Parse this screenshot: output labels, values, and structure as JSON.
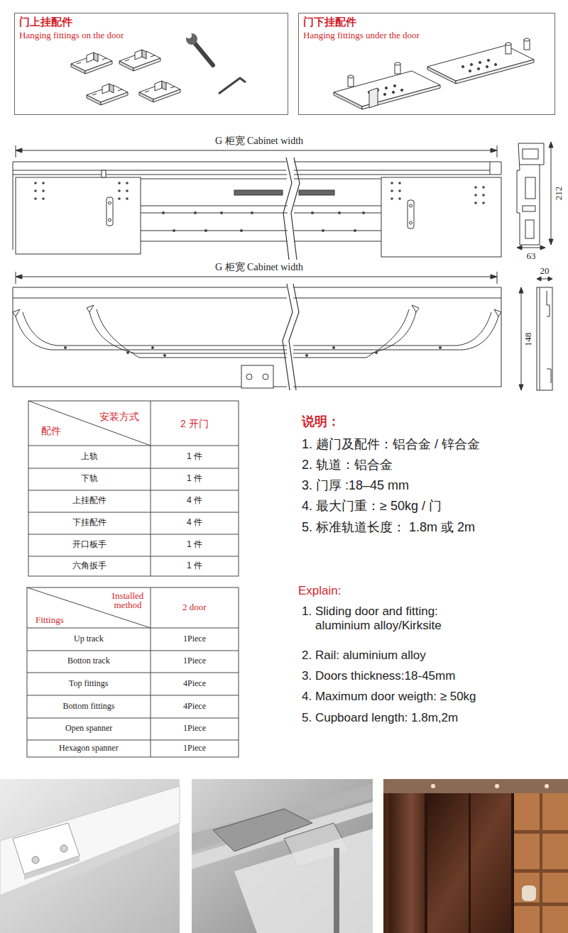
{
  "diagram": {
    "nodes": [
      {
        "text": [
          "门上挂配件",
          "Hanging fittings on the door"
        ]
      },
      {
        "text": [
          "门下挂配件",
          "Hanging fittings under the door"
        ]
      }
    ],
    "labels": [
      "G 柜宽 Cabinet width",
      "212",
      "63",
      "G 柜宽 Cabinet width",
      "20",
      "148",
      "安装方式",
      "配件",
      "2 开门",
      "上轨",
      "1 件",
      "下轨",
      "1 件",
      "上挂配件",
      "4 件",
      "下挂配件",
      "4 件",
      "开口板手",
      "1 件",
      "六角扳手",
      "1 件",
      "Installed method",
      "Fittings",
      "2 door",
      "Up track",
      "1Piece",
      "Botton track",
      "1Piece",
      "Top fittings",
      "4Piece",
      "Bottom fittings",
      "4Piece",
      "Open spanner",
      "1Piece",
      "Hexagon spanner",
      "1Piece",
      "说明：",
      "1. 趟门及配件：铝合金 / 锌合金",
      "2. 轨道：铝合金",
      "3. 门厚 :18–45 mm",
      "4. 最大门重：≥ 50kg / 门",
      "5. 标准轨道长度： 1.8m 或 2m",
      "Explain:",
      "1. Sliding door and fitting: aluminium alloy/Kirksite",
      "2. Rail: aluminium alloy",
      "3. Doors thickness:18-45mm",
      "4. Maximum door weigth: ≥ 50kg",
      "5. Cupboard length: 1.8m,2m"
    ]
  }
}
